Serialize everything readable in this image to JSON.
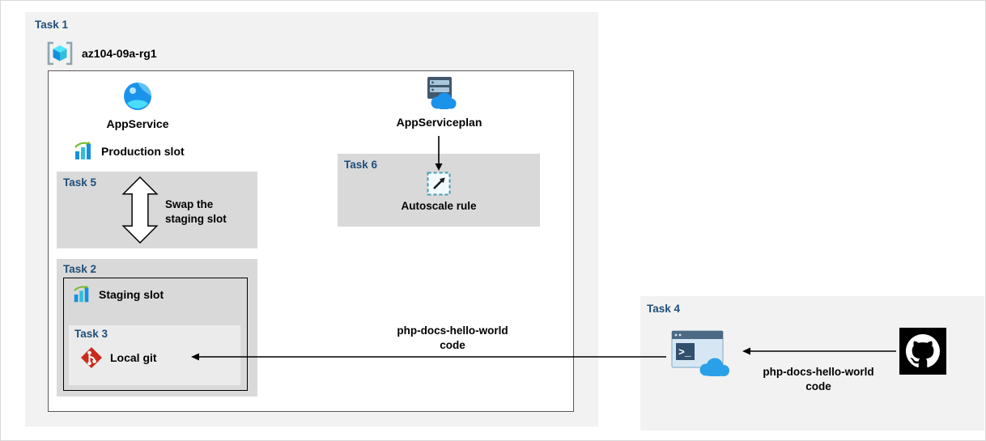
{
  "colors": {
    "task_label_blue": "#1f4e79",
    "panel_light_gray": "#f2f2f2",
    "box_gray": "#d9d9d9",
    "task3_gray": "#ebebeb",
    "azure_blue": "#1b93eb",
    "teal": "#32bedd",
    "git_red": "#cb2b1d",
    "github_black": "#000000",
    "arrow_black": "#000000"
  },
  "task1": {
    "label": "Task 1",
    "resource_group": "az104-09a-rg1",
    "app_service": "AppService",
    "app_service_plan": "AppServiceplan",
    "production_slot": "Production slot"
  },
  "task5": {
    "label": "Task 5",
    "caption_lines": [
      "Swap the",
      "staging slot"
    ]
  },
  "task2": {
    "label": "Task 2",
    "staging_slot": "Staging slot"
  },
  "task3": {
    "label": "Task 3",
    "local_git": "Local git"
  },
  "task6": {
    "label": "Task 6",
    "caption": "Autoscale rule"
  },
  "deploy_label": {
    "lines": [
      "php-docs-hello-world",
      "code"
    ]
  },
  "task4": {
    "label": "Task 4",
    "code_lines": [
      "php-docs-hello-world",
      "code"
    ]
  },
  "icons": {
    "resource_group": "resource-group-icon",
    "app_service": "app-service-icon",
    "app_service_plan": "app-service-plan-icon",
    "deployment_slot": "deployment-slot-icon",
    "swap": "swap-arrow-icon",
    "autoscale": "autoscale-icon",
    "git": "git-icon",
    "cloud_shell": "cloud-shell-icon",
    "cloud_shell_prompt": ">_",
    "github": "github-icon"
  }
}
